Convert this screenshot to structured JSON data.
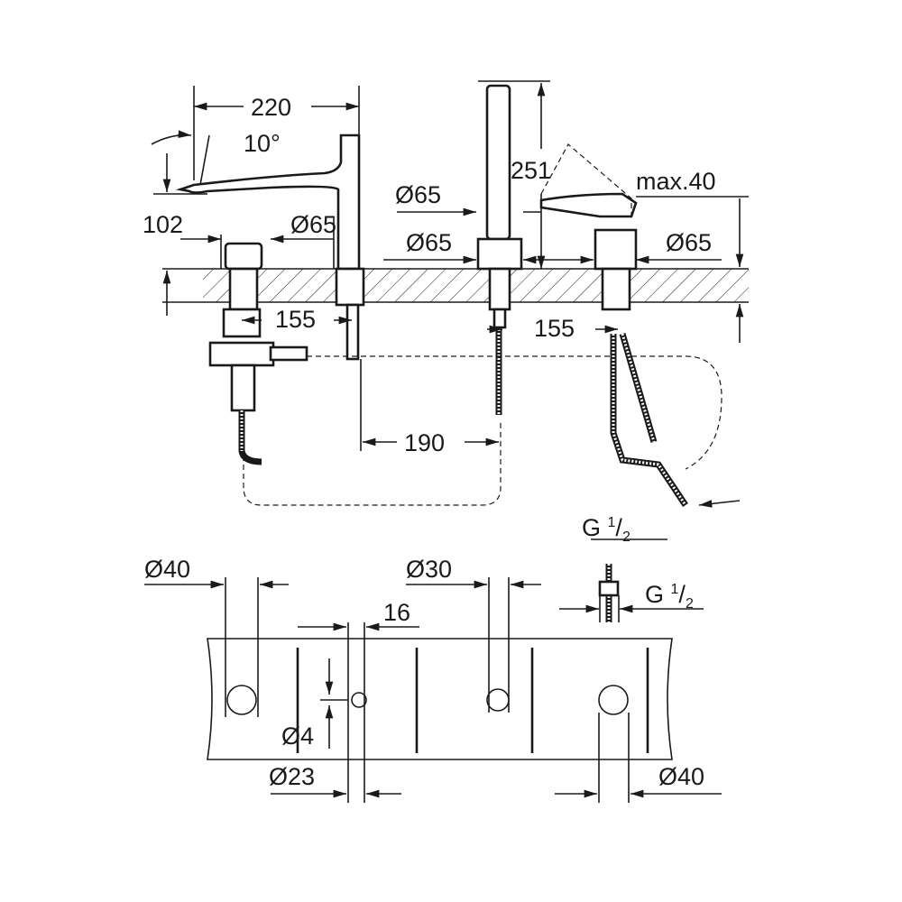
{
  "title": "Four-hole bath/shower mixer dimension drawing",
  "side_view": {
    "spout_projection": "220",
    "spout_angle": "10°",
    "spout_height": "102",
    "spout_base_diameter": "Ø65",
    "shower_base_diameter_top": "Ø65",
    "shower_base_diameter": "Ø65",
    "handshower_height": "251",
    "lever_max": "max.40",
    "mixer_base_diameter": "Ø65",
    "left_spacing": "155",
    "right_spacing": "155",
    "center_spacing": "190",
    "connection_thread": {
      "prefix": "G ",
      "sup": "1",
      "sub": "2"
    }
  },
  "cutout_view": {
    "hole_left": "Ø40",
    "hole_center": "Ø30",
    "small_offset": "16",
    "small_hole": "Ø4",
    "small_spacing": "Ø23",
    "hole_right": "Ø40",
    "connection_thread": {
      "prefix": "G ",
      "sup": "1",
      "sub": "2"
    }
  }
}
